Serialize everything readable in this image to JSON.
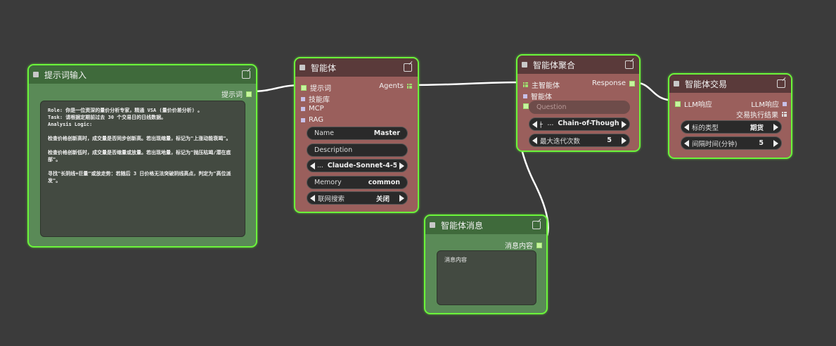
{
  "colors": {
    "canvas": "#3b3b3b",
    "node_border": "#6bf53a",
    "green_node": "#5a8a57",
    "red_node": "#9a5f5c",
    "wire": "#ffffff"
  },
  "prompt_node": {
    "title": "提示词输入",
    "output_label": "提示词",
    "text": "Role: 你是一位资深的量价分析专家，精通 VSA (量价价差分析) 。\nTask: 请根据定期前过去 30 个交易日的日线数据。\nAnalysis Logic:\n\n检查价格创新高时，成交量是否同步创新高。若出现缩量，标记为\"上涨动能衰竭\"。\n\n检查价格创新低时，成交量是否缩量或放量。若出现地量，标记为\"抛压枯竭/潜在底部\"。\n\n寻找\"长阴线+巨量\"或放走势：若随后 3 日价格无法突破阴线高点，判定为\"高位派发\"。"
  },
  "agent_node": {
    "title": "智能体",
    "inputs": [
      "提示词",
      "技能库",
      "MCP",
      "RAG"
    ],
    "output_label": "Agents",
    "name_label": "Name",
    "name_value": "Master",
    "description_label": "Description",
    "model_value": "Claude-Sonnet-4-5",
    "model_prefix": "...",
    "memory_label": "Memory",
    "memory_value": "common",
    "search_label": "联网搜索",
    "search_value": "关闭"
  },
  "aggregate_node": {
    "title": "智能体聚合",
    "inputs": [
      "主智能体",
      "智能体"
    ],
    "output_label": "Response",
    "question_placeholder": "Question",
    "plan_label": "计",
    "plan_prefix": "...",
    "plan_value": "Chain-of-Thought",
    "iter_label": "最大迭代次数",
    "iter_value": "5"
  },
  "trade_node": {
    "title": "智能体交易",
    "input_label": "LLM响应",
    "outputs": [
      "LLM响应",
      "交易执行结果"
    ],
    "target_label": "标的类型",
    "target_value": "期货",
    "interval_label": "间隔时间(分钟)",
    "interval_value": "5"
  },
  "message_node": {
    "title": "智能体消息",
    "output_label": "消息内容",
    "text": "消息内容"
  }
}
